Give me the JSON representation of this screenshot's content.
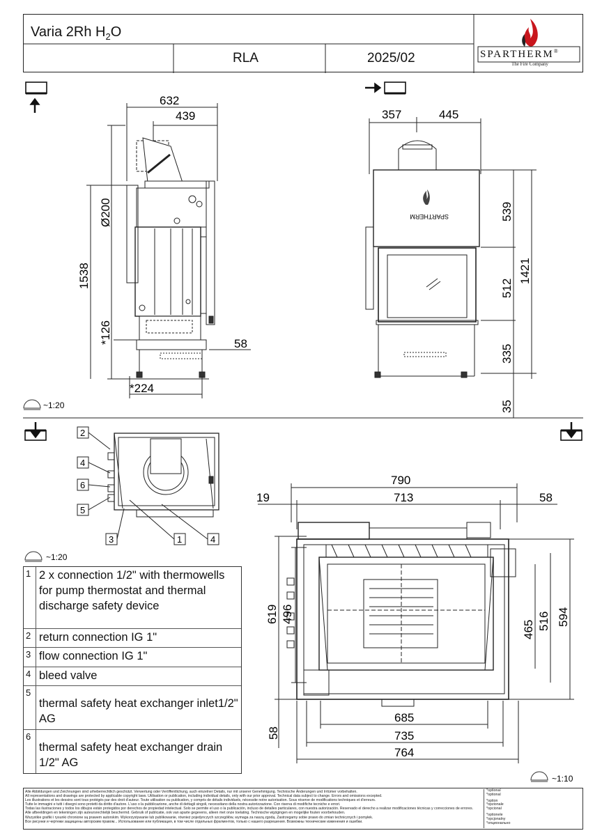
{
  "title": {
    "model_prefix": "Varia 2Rh H",
    "model_sub": "2",
    "model_suffix": "O",
    "variant": "RLA",
    "date": "2025/02",
    "brand": "SPARTHERM",
    "brand_reg": "®",
    "brand_tagline": "The Fire Company",
    "door_brand": "SPARTHERM"
  },
  "side_view": {
    "dims": {
      "total_depth": "632",
      "flue_offset": "439",
      "flue_dia": "Ø200",
      "height_total": "1538",
      "inlet_height": "*126",
      "rear_gap": "58",
      "foot_depth": "*224"
    }
  },
  "front_view": {
    "dims": {
      "left_offset": "357",
      "right_offset": "445",
      "upper": "539",
      "glass": "512",
      "base": "335",
      "feet": "35",
      "total": "1421"
    }
  },
  "plan_view": {
    "dims": {
      "width_total": "790",
      "width_inner": "713",
      "left_margin": "19",
      "right_margin": "58",
      "depth_outer": "619",
      "depth_inner": "496",
      "h465": "465",
      "h516": "516",
      "h594": "594",
      "bottom_margin": "58",
      "w685": "685",
      "w735": "735",
      "w764": "764"
    }
  },
  "callouts": [
    "1",
    "2",
    "3",
    "4",
    "4",
    "5",
    "6"
  ],
  "scales": {
    "side": "~1:20",
    "detail": "~1:20",
    "plan": "~1:10"
  },
  "legend": [
    {
      "num": "1",
      "text": "2 x connection 1/2\" with thermowells for pump thermostat and thermal discharge safety device"
    },
    {
      "num": "2",
      "text": "return connection IG 1\""
    },
    {
      "num": "3",
      "text": "flow connection IG 1\""
    },
    {
      "num": "4",
      "text": "bleed valve"
    },
    {
      "num": "5",
      "text": "thermal safety heat exchanger inlet1/2\" AG"
    },
    {
      "num": "6",
      "text": "thermal safety heat exchanger drain 1/2\" AG"
    }
  ],
  "footer": {
    "lines": [
      "Alle Abbildungen und Zeichnungen sind urheberrechtlich geschützt. Verwertung oder Veröffentlichung, auch einzelner Details, nur mit unserer Genehmigung. Technische Änderungen und Irrtümer vorbehalten.",
      "All representations and drawings are protected by applicable copyright laws. Utilisation or publication, including individual details, only with our prior approval. Technical data subject to change. Errors and omissions excepted.",
      "Les illustrations et les dessins sont tous protégés par des droit d'auteur. Toute utilisation ou publication, y compris de détails individuels, nécessite notre autorisation. Sous réserve de modifications techniques et d'erreurs.",
      "Tutte le immagini e tutti i disegni sono protetti da diritto d'autore. L'uso o la pubblicazione, anche di dettagli singoli, necessitano della nostra autorizzazione. Con riserva di modifiche tecniche e errori.",
      "Todas las ilustraciones y todos los dibujos están protegidos por derechos de propiedad intelectual. Solo se permite el uso o la publicación, incluso de detalles particulares, con nuestra autorización. Reservado el derecho a realizar modificaciones técnicas y correcciones de errores.",
      "Alle afbeeldingen en tekeningen zijn auteursrechtelijk beschermd. Gebruik of publicatie, ook van aparte gegevens, alleen met onze toelating. Technische wijzigingen en mogelijke fouten voorbehouden.",
      "Wszystkie grafiki i rysunki chronione są prawem autorskim. Wykorzystywanie lub publikowanie, również pojedynczych szczegółów, wymaga za naszą zgodą. Zastrzegamy sobie prawo do zmian technicznych i pomyłek.",
      "Все рисунки и чертежи защищены авторским правом... Использование или публикация, в том числе отдельных фрагментов, только с нашего разрешения. Возможны технические изменения и ошибки."
    ],
    "optional": [
      "*optional",
      "*optional",
      "",
      "*option",
      "*opzionale",
      "*opcional",
      "",
      "*optionele",
      "*opcjonalny",
      "*опционально"
    ]
  }
}
